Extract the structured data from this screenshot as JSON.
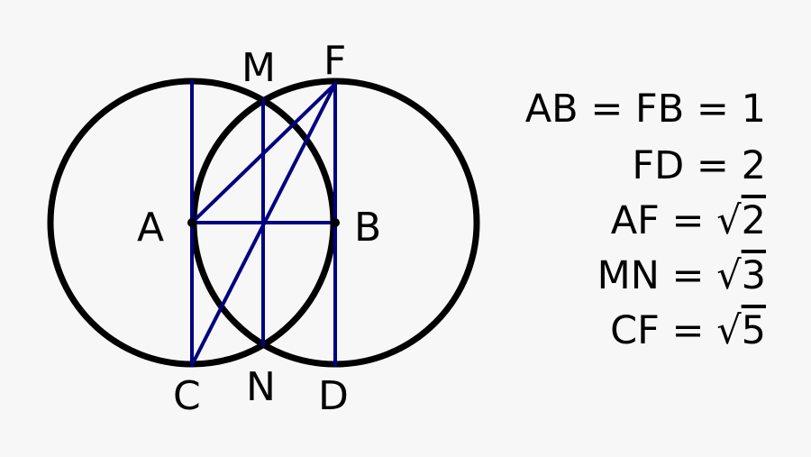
{
  "diagram": {
    "stroke_circle": "#000000",
    "stroke_line": "#000080",
    "background": "#f7f7f7",
    "points": {
      "A": {
        "label": "A"
      },
      "B": {
        "label": "B"
      },
      "C": {
        "label": "C"
      },
      "D": {
        "label": "D"
      },
      "F": {
        "label": "F"
      },
      "M": {
        "label": "M"
      },
      "N": {
        "label": "N"
      }
    },
    "equations": [
      {
        "lhs": "AB = FB = ",
        "rhs": "1",
        "radical": false
      },
      {
        "lhs": "FD = ",
        "rhs": "2",
        "radical": false
      },
      {
        "lhs": "AF = √",
        "rhs": "2",
        "radical": true
      },
      {
        "lhs": "MN = √",
        "rhs": "3",
        "radical": true
      },
      {
        "lhs": "CF = √",
        "rhs": "5",
        "radical": true
      }
    ]
  }
}
